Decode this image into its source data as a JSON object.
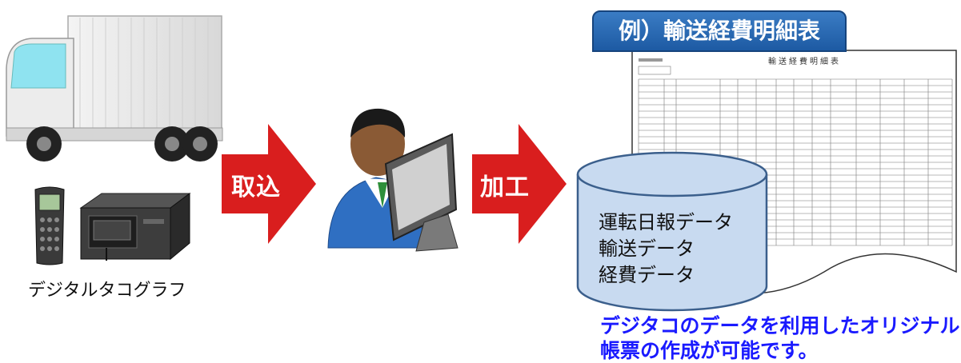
{
  "labels": {
    "arrow1": "取込",
    "arrow2": "加工",
    "tacho_caption": "デジタルタコグラフ",
    "report_title": "例）輸送経費明細表",
    "doc_heading": "輸送経費明細表",
    "caption_line1": "デジタコのデータを利用したオリジナル",
    "caption_line2": "帳票の作成が可能です。"
  },
  "database": {
    "lines": [
      "運転日報データ",
      "輸送データ",
      "経費データ"
    ]
  },
  "colors": {
    "arrow_red": "#d91e1e",
    "tab_blue": "#1d5aa3",
    "caption_blue": "#1a1aff",
    "db_fill": "#c8daf0",
    "db_stroke": "#3b5f8c"
  }
}
